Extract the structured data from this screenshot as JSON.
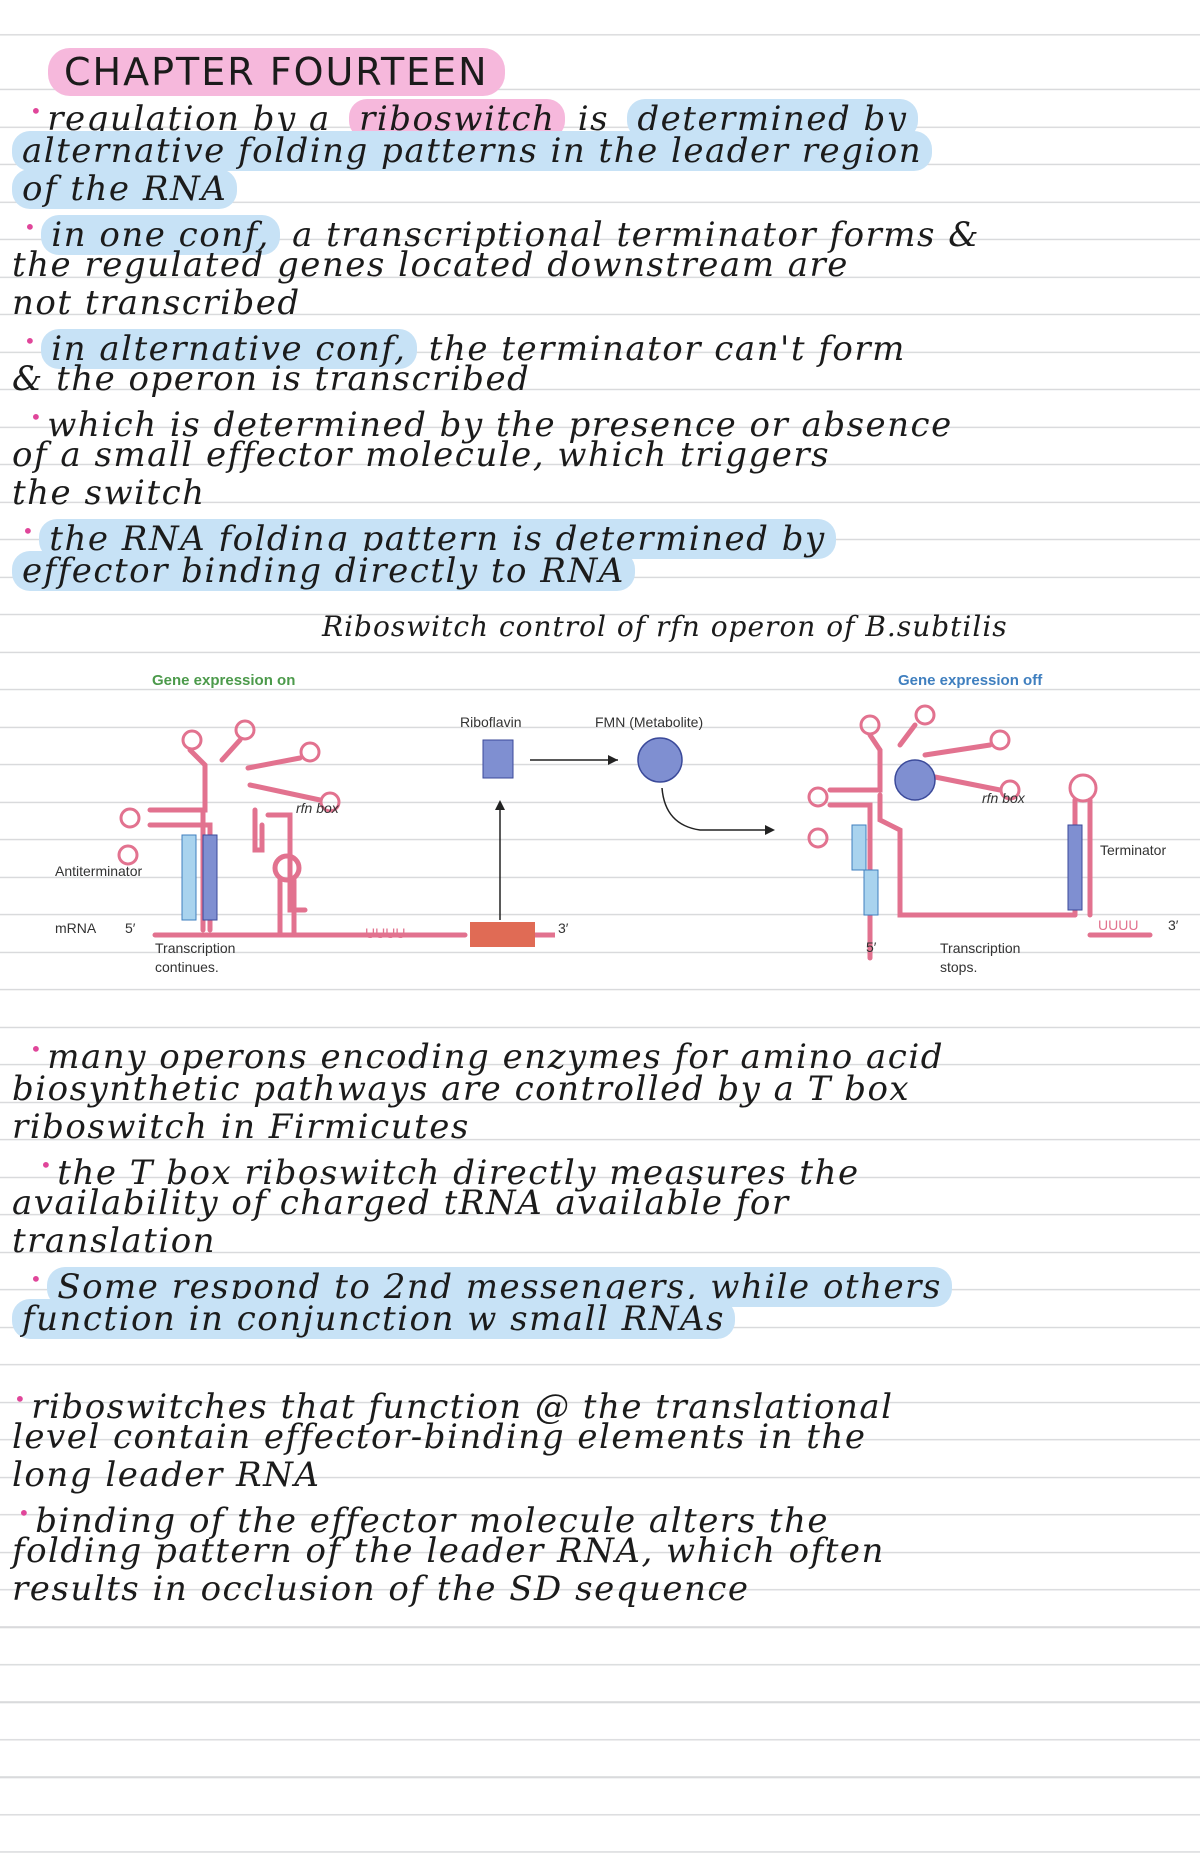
{
  "title": "CHAPTER FOURTEEN",
  "notes": {
    "l1a": "regulation by a",
    "l1b": "riboswitch",
    "l1c": " is ",
    "l1d": "determined by",
    "l2": "alternative folding patterns in the leader region",
    "l3": "of the RNA",
    "l4a": "in one conf,",
    "l4b": " a transcriptional terminator forms &",
    "l5": "the regulated genes located downstream are",
    "l6": "not transcribed",
    "l7a": "in alternative conf,",
    "l7b": " the terminator can't form",
    "l8": "& the operon is transcribed",
    "l9": "which is determined by the presence or absence",
    "l10": "of a small effector molecule, which triggers",
    "l11": "the switch",
    "l12": "the RNA folding pattern is determined by",
    "l13": "effector binding directly to RNA",
    "m1": "many operons encoding enzymes for amino acid",
    "m2": "biosynthetic pathways are controlled by a T box",
    "m3": "riboswitch in Firmicutes",
    "m4": "the T box riboswitch directly measures the",
    "m5": "availability of charged tRNA available for",
    "m6": "translation",
    "m7": "Some respond to 2nd messengers, while others",
    "m8": "function in conjunction w small RNAs",
    "n1": "riboswitches that function @ the translational",
    "n2": "level contain effector-binding elements in the",
    "n3": "long leader RNA",
    "n4": "binding of the effector molecule alters the",
    "n5": "folding pattern of the leader RNA, which often",
    "n6": "results in occlusion of the SD sequence"
  },
  "figure": {
    "caption": "Riboswitch control of rfn operon of B.subtilis",
    "left_heading": "Gene expression on",
    "right_heading": "Gene expression off",
    "riboflavin": "Riboflavin",
    "fmn": "FMN (Metabolite)",
    "rfn_box": "rfn box",
    "antiterminator": "Antiterminator",
    "terminator": "Terminator",
    "mrna": "mRNA",
    "five_prime": "5′",
    "three_prime": "3′",
    "uuuu": "UUUU",
    "transcription_continues_1": "Transcription",
    "transcription_continues_2": "continues.",
    "transcription_stops_1": "Transcription",
    "transcription_stops_2": "stops.",
    "colors": {
      "on_heading": "#4c9a4b",
      "off_heading": "#3f7fbf",
      "rna": "#e2728f",
      "metabolite": "#7f8fd1",
      "gene": "#e06b55",
      "antiterminator": "#a9d3ee"
    }
  }
}
